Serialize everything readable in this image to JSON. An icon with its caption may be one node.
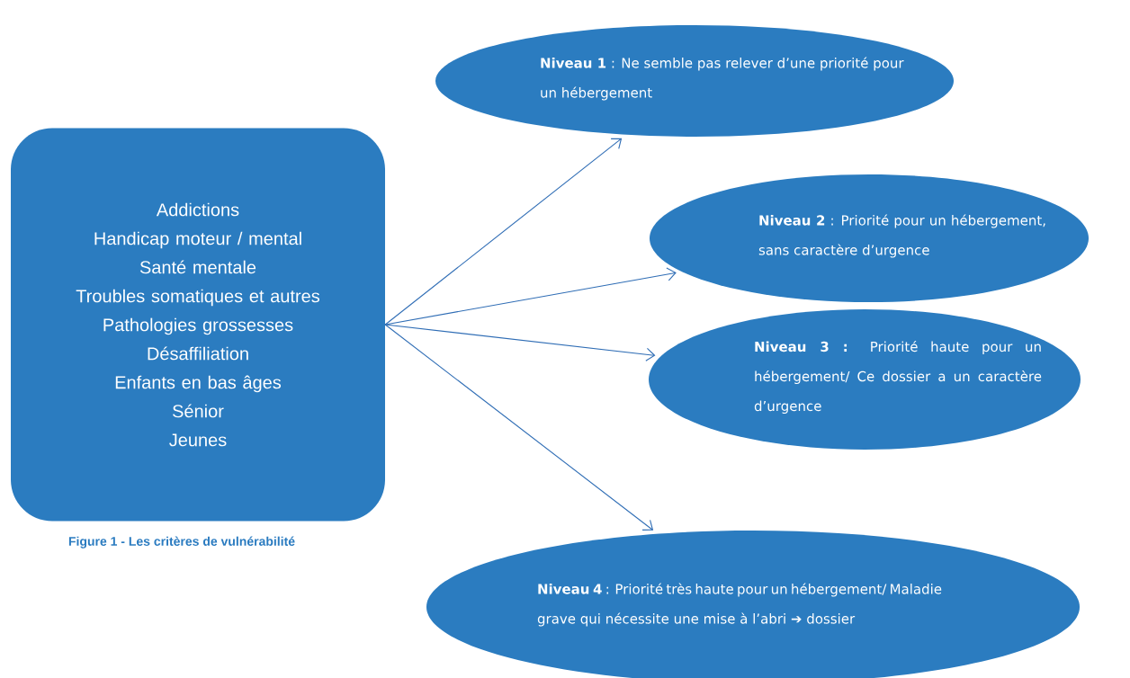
{
  "diagram": {
    "nodes": [
      {
        "text": [
          "Addictions",
          "Handicap moteur / mental",
          "Santé mentale",
          "Troubles somatiques et autres",
          "Pathologies grossesses",
          "Désaffiliation",
          "Enfants en bas âges",
          "Sénior",
          "Jeunes"
        ],
        "beside": [
          "Figure 1 - Les critères de vulnérabilité"
        ]
      },
      {
        "text": [
          "**Niveau 1** : Ne semble pas relever d’une priorité pour un hébergement"
        ]
      },
      {
        "text": [
          "**Niveau 2** : Priorité pour un hébergement, sans caractère d’urgence"
        ]
      },
      {
        "text": [
          "**Niveau 3 :** Priorité haute pour un hébergement/ Ce dossier a un caractère d’urgence"
        ]
      },
      {
        "text": [
          "**Niveau 4** : Priorité très haute pour un hébergement/ Maladie grave qui nécessite une mise à l’abri ➔ dossier"
        ]
      }
    ],
    "edges": [
      {
        "from": 0,
        "to": 1,
        "arrow": "to"
      },
      {
        "from": 0,
        "to": 2,
        "arrow": "to"
      },
      {
        "from": 0,
        "to": 3,
        "arrow": "to"
      },
      {
        "from": 0,
        "to": 4,
        "arrow": "to"
      }
    ]
  }
}
